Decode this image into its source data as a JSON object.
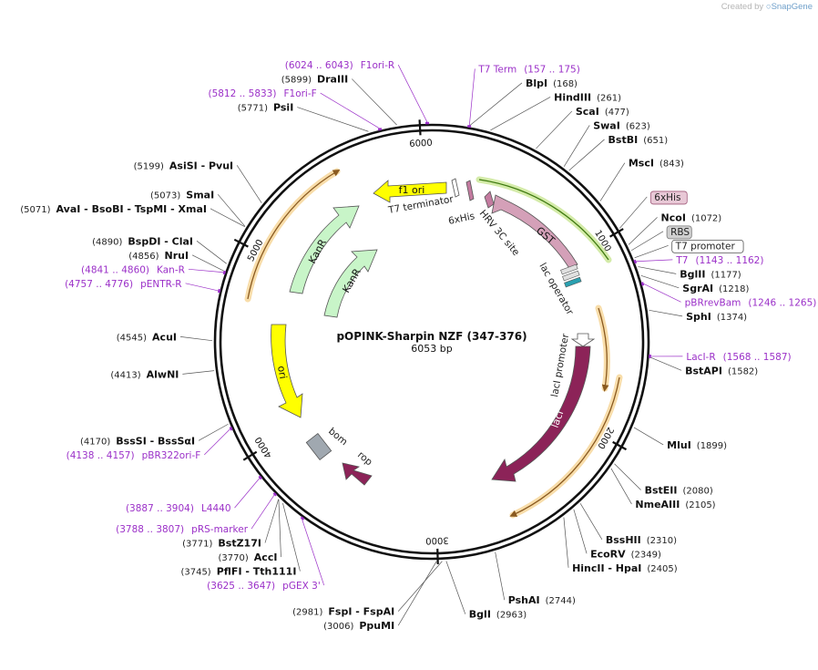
{
  "credit": {
    "created_by": "Created by",
    "app": "SnapGene"
  },
  "plasmid": {
    "name": "pOPINK-Sharpin NZF (347-376)",
    "length_label": "6053 bp",
    "length": 6053
  },
  "ticks": [
    {
      "bp": 6000,
      "label": "6000"
    },
    {
      "bp": 1000,
      "label": "1000"
    },
    {
      "bp": 2000,
      "label": "2000"
    },
    {
      "bp": 3000,
      "label": "3000"
    },
    {
      "bp": 4000,
      "label": "4000"
    },
    {
      "bp": 5000,
      "label": "5000"
    }
  ],
  "enzymes": [
    {
      "name": "DraIII",
      "pos": "(5899)",
      "bp": 5899,
      "side": "L"
    },
    {
      "name": "PsiI",
      "pos": "(5771)",
      "bp": 5771,
      "side": "L"
    },
    {
      "name": "BlpI",
      "pos": "(168)",
      "bp": 168,
      "side": "R"
    },
    {
      "name": "HindIII",
      "pos": "(261)",
      "bp": 261,
      "side": "R"
    },
    {
      "name": "ScaI",
      "pos": "(477)",
      "bp": 477,
      "side": "R"
    },
    {
      "name": "SwaI",
      "pos": "(623)",
      "bp": 623,
      "side": "R"
    },
    {
      "name": "BstBI",
      "pos": "(651)",
      "bp": 651,
      "side": "R"
    },
    {
      "name": "MscI",
      "pos": "(843)",
      "bp": 843,
      "side": "R"
    },
    {
      "name": "NcoI",
      "pos": "(1072)",
      "bp": 1072,
      "side": "R"
    },
    {
      "name": "BglII",
      "pos": "(1177)",
      "bp": 1177,
      "side": "R"
    },
    {
      "name": "SgrAI",
      "pos": "(1218)",
      "bp": 1218,
      "side": "R"
    },
    {
      "name": "SphI",
      "pos": "(1374)",
      "bp": 1374,
      "side": "R"
    },
    {
      "name": "BstAPI",
      "pos": "(1582)",
      "bp": 1582,
      "side": "R"
    },
    {
      "name": "MluI",
      "pos": "(1899)",
      "bp": 1899,
      "side": "R"
    },
    {
      "name": "BstEII",
      "pos": "(2080)",
      "bp": 2080,
      "side": "R"
    },
    {
      "name": "NmeAIII",
      "pos": "(2105)",
      "bp": 2105,
      "side": "R"
    },
    {
      "name": "BssHII",
      "pos": "(2310)",
      "bp": 2310,
      "side": "R"
    },
    {
      "name": "EcoRV",
      "pos": "(2349)",
      "bp": 2349,
      "side": "R"
    },
    {
      "name": "HincII  -  HpaI",
      "pos": "(2405)",
      "bp": 2405,
      "side": "R"
    },
    {
      "name": "PshAI",
      "pos": "(2744)",
      "bp": 2744,
      "side": "R"
    },
    {
      "name": "BglI",
      "pos": "(2963)",
      "bp": 2963,
      "side": "R"
    },
    {
      "name": "FspI  -  FspAI",
      "pos": "(2981)",
      "bp": 2981,
      "side": "L"
    },
    {
      "name": "PpuMI",
      "pos": "(3006)",
      "bp": 3006,
      "side": "L"
    },
    {
      "name": "PflFI  -  Tth111I",
      "pos": "(3745)",
      "bp": 3745,
      "side": "L"
    },
    {
      "name": "AccI",
      "pos": "(3770)",
      "bp": 3770,
      "side": "L"
    },
    {
      "name": "BstZ17I",
      "pos": "(3771)",
      "bp": 3771,
      "side": "L"
    },
    {
      "name": "BssSI  -  BssSαI",
      "pos": "(4170)",
      "bp": 4170,
      "side": "L"
    },
    {
      "name": "AlwNI",
      "pos": "(4413)",
      "bp": 4413,
      "side": "L"
    },
    {
      "name": "AcuI",
      "pos": "(4545)",
      "bp": 4545,
      "side": "L"
    },
    {
      "name": "NruI",
      "pos": "(4856)",
      "bp": 4856,
      "side": "L"
    },
    {
      "name": "BspDI  -  ClaI",
      "pos": "(4890)",
      "bp": 4890,
      "side": "L"
    },
    {
      "name": "AvaI  -  BsoBI  -  TspMI  -  XmaI",
      "pos": "(5071)",
      "bp": 5071,
      "side": "L"
    },
    {
      "name": "SmaI",
      "pos": "(5073)",
      "bp": 5073,
      "side": "L"
    },
    {
      "name": "AsiSI  -  PvuI",
      "pos": "(5199)",
      "bp": 5199,
      "side": "L"
    }
  ],
  "primers": [
    {
      "name": "F1ori-R",
      "range": "(6024 .. 6043)",
      "bp": 6033,
      "side": "L"
    },
    {
      "name": "T7 Term",
      "range": "(157 .. 175)",
      "bp": 166,
      "side": "R"
    },
    {
      "name": "F1ori-F",
      "range": "(5812 .. 5833)",
      "bp": 5822,
      "side": "L"
    },
    {
      "name": "T7",
      "range": "(1143 .. 1162)",
      "bp": 1152,
      "side": "R"
    },
    {
      "name": "pBRrevBam",
      "range": "(1246 .. 1265)",
      "bp": 1255,
      "side": "R"
    },
    {
      "name": "LacI-R",
      "range": "(1568 .. 1587)",
      "bp": 1577,
      "side": "R"
    },
    {
      "name": "Kan-R",
      "range": "(4841 .. 4860)",
      "bp": 4850,
      "side": "L"
    },
    {
      "name": "pENTR-R",
      "range": "(4757 .. 4776)",
      "bp": 4766,
      "side": "L"
    },
    {
      "name": "pBR322ori-F",
      "range": "(4138 .. 4157)",
      "bp": 4147,
      "side": "L"
    },
    {
      "name": "L4440",
      "range": "(3887 .. 3904)",
      "bp": 3895,
      "side": "L"
    },
    {
      "name": "pRS-marker",
      "range": "(3788 .. 3807)",
      "bp": 3797,
      "side": "L"
    },
    {
      "name": "pGEX 3'",
      "range": "(3625 .. 3647)",
      "bp": 3636,
      "side": "L"
    }
  ],
  "boxed": [
    {
      "name": "6xHis",
      "bp": 990,
      "fill": "#e8c8d6",
      "stroke": "#a05a7a"
    },
    {
      "name": "RBS",
      "bp": 1100,
      "fill": "#d0d0d0",
      "stroke": "#777777"
    },
    {
      "name": "T7 promoter",
      "bp": 1135,
      "fill": "#ffffff",
      "stroke": "#555555"
    }
  ],
  "features": [
    {
      "name": "f1 ori",
      "color": "#ffff00"
    },
    {
      "name": "T7 terminator",
      "color": "#ffffff"
    },
    {
      "name": "6xHis",
      "color": "#c47ba0"
    },
    {
      "name": "HRV 3C site",
      "color": "#c47ba0"
    },
    {
      "name": "GST",
      "color": "#d4a0b8"
    },
    {
      "name": "lac operator",
      "color": "#2aa0b0"
    },
    {
      "name": "lacI promoter",
      "color": "#ffffff"
    },
    {
      "name": "lacI",
      "color": "#8c2358"
    },
    {
      "name": "KanR",
      "color": "#c8f5c8"
    },
    {
      "name": "KanR",
      "color": "#c8f5c8"
    },
    {
      "name": "ori",
      "color": "#ffff00"
    },
    {
      "name": "bom",
      "color": "#a0a8b0"
    },
    {
      "name": "rop",
      "color": "#8c2358"
    }
  ]
}
